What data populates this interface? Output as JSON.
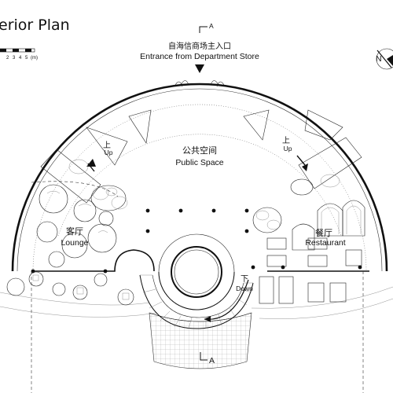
{
  "title": "erior Plan",
  "scale_bar": {
    "ticks": [
      "2",
      "3",
      "4",
      "5"
    ],
    "unit": "(m)"
  },
  "section_marker": {
    "letter": "A"
  },
  "entrance": {
    "label_cn": "自海信商场主入口",
    "label_en": "Entrance from Department Store"
  },
  "public_space": {
    "label_cn": "公共空间",
    "label_en": "Public Space"
  },
  "lounge": {
    "label_cn": "客厅",
    "label_en": "Lounge"
  },
  "restaurant": {
    "label_cn": "餐厅",
    "label_en": "Restaurant"
  },
  "stairs": {
    "up_cn": "上",
    "up_en": "Up",
    "down_cn": "下",
    "down_en": "Down"
  },
  "north_arrow": {
    "letter": "N"
  }
}
